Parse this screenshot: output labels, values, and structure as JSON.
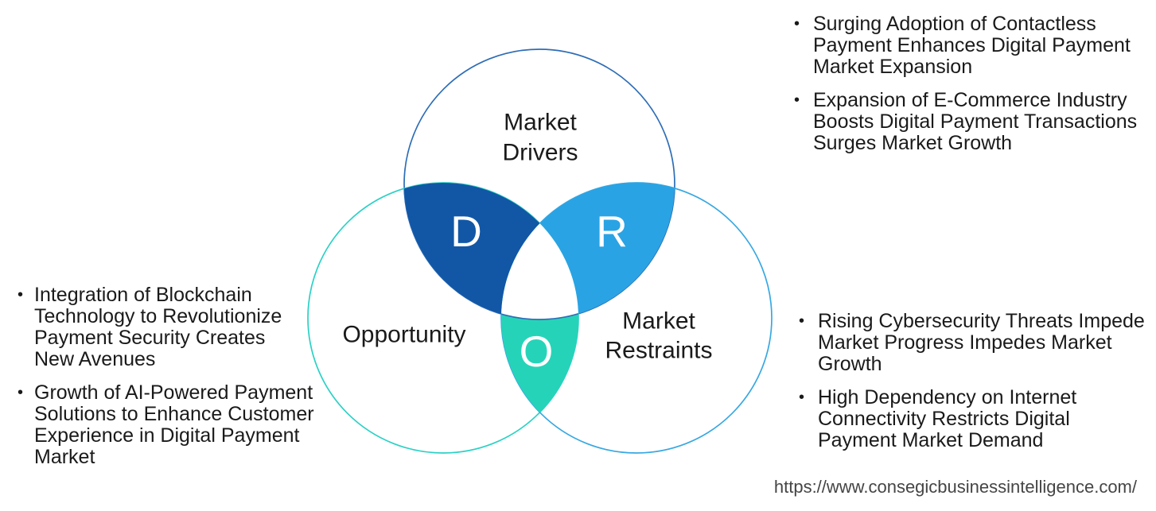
{
  "page": {
    "background": "#ffffff",
    "source_url": "https://www.consegicbusinessintelligence.com/",
    "bullet_glyph": "•",
    "text_color": "#1a1a1a",
    "url_color": "#454545"
  },
  "venn": {
    "letter_color": "#ffffff",
    "label_color": "#1a1a1a",
    "center_fill": "#ffffff",
    "circles": {
      "drivers": {
        "label_line1": "Market",
        "label_line2": "Drivers",
        "letter": "D",
        "outline_color": "#2e6db6",
        "overlap_fill": "#1157a6"
      },
      "opportunity": {
        "label": "Opportunity",
        "letter": "O",
        "outline_color": "#2bd1c5",
        "overlap_fill": "#25d4b8"
      },
      "restraints": {
        "label_line1": "Market",
        "label_line2": "Restraints",
        "letter": "R",
        "outline_color": "#38a8e2",
        "overlap_fill": "#2aa3e4"
      }
    }
  },
  "panels": {
    "opportunities": {
      "items": [
        {
          "text": "Integration of Blockchain Technology to Revolutionize Payment Security Creates New Avenues",
          "lines": [
            "Integration of Blockchain",
            "Technology to Revolutionize",
            "Payment Security Creates",
            "New Avenues"
          ]
        },
        {
          "text": "Growth of AI-Powered Payment Solutions to Enhance Customer Experience in Digital Payment Market",
          "lines": [
            "Growth of AI-Powered Payment",
            "Solutions to Enhance Customer",
            "Experience in Digital Payment",
            "Market"
          ]
        }
      ]
    },
    "drivers": {
      "items": [
        {
          "text": "Surging Adoption of Contactless Payment Enhances Digital Payment Market Expansion",
          "lines": [
            "Surging Adoption of Contactless",
            "Payment Enhances Digital Payment",
            "Market Expansion"
          ]
        },
        {
          "text": "Expansion of E-Commerce Industry Boosts Digital Payment Transactions Surges Market Growth",
          "lines": [
            "Expansion of E-Commerce Industry",
            "Boosts Digital Payment Transactions",
            "Surges Market Growth"
          ]
        }
      ]
    },
    "restraints": {
      "items": [
        {
          "text": "Rising Cybersecurity Threats Impede Market Progress Impedes Market Growth",
          "lines": [
            "Rising Cybersecurity Threats Impede",
            "Market Progress Impedes Market",
            "Growth"
          ]
        },
        {
          "text": "High Dependency on Internet Connectivity Restricts Digital Payment Market Demand",
          "lines": [
            "High Dependency on Internet",
            "Connectivity Restricts Digital",
            "Payment Market Demand"
          ]
        }
      ]
    }
  }
}
